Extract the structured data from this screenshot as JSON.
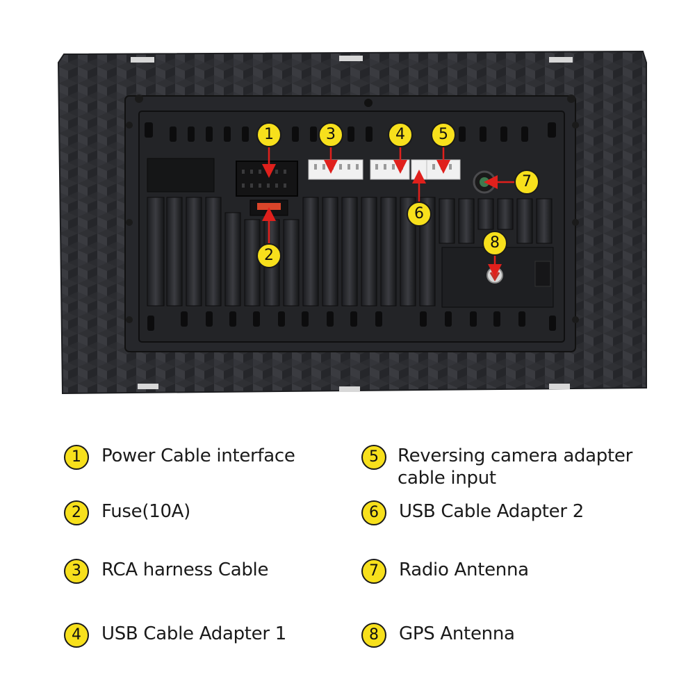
{
  "markers": [
    {
      "num": "1"
    },
    {
      "num": "2"
    },
    {
      "num": "3"
    },
    {
      "num": "4"
    },
    {
      "num": "5"
    },
    {
      "num": "6"
    },
    {
      "num": "7"
    },
    {
      "num": "8"
    }
  ],
  "legend": [
    {
      "num": "1",
      "label": "Power Cable interface"
    },
    {
      "num": "2",
      "label": "Fuse(10A)"
    },
    {
      "num": "3",
      "label": "RCA harness Cable"
    },
    {
      "num": "4",
      "label": "USB Cable Adapter 1"
    },
    {
      "num": "5",
      "label": "Reversing camera adapter",
      "label2": "cable input"
    },
    {
      "num": "6",
      "label": "USB Cable Adapter 2"
    },
    {
      "num": "7",
      "label": "Radio Antenna"
    },
    {
      "num": "8",
      "label": "GPS Antenna"
    }
  ],
  "colors": {
    "badge": "#f7e01c",
    "arrow": "#e0201c",
    "housing": "#2a2b2e"
  }
}
